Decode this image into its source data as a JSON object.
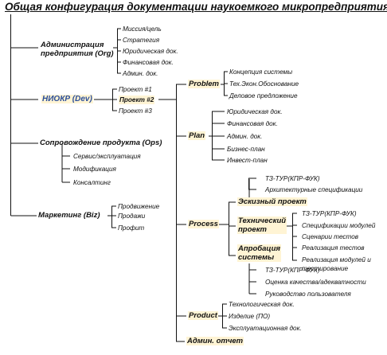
{
  "title": "Общая конфигурация документации наукоемкого микропредприятия",
  "org": {
    "label_line1": "Администрация",
    "label_line2": "предприятия (Org)",
    "items": [
      "Миссия/цель",
      "Стратегия",
      "Юридическая док.",
      "Финансовая док.",
      "Админ. док."
    ]
  },
  "dev": {
    "label": "НИОКР (Dev)",
    "projects": [
      "Проект #1",
      "Проект #2",
      "Проект #3"
    ]
  },
  "ops": {
    "label": "Сопровождение продукта (Ops)",
    "items": [
      "Сервис/эксплуатация",
      "Модификация",
      "Консалтинг"
    ]
  },
  "biz": {
    "label": "Маркетинг (Biz)",
    "items": [
      "Продвижение",
      "Продажи",
      "Профит"
    ]
  },
  "problem": {
    "label": "Problem",
    "items": [
      "Концепция системы",
      "Тех.Экон.Обоснование",
      "Деловое предложение"
    ]
  },
  "plan": {
    "label": "Plan",
    "items": [
      "Юридическая док.",
      "Финансовая док.",
      "Админ. док.",
      "Бизнес-план",
      "Инвест-план"
    ]
  },
  "process": {
    "label": "Process",
    "sketch": {
      "label": "Эскизный проект",
      "items": [
        "ТЗ-ТУР(КПР-ФУК)",
        "Архитектурные спецификации"
      ]
    },
    "tech": {
      "label_line1": "Технический",
      "label_line2": "проект",
      "items": [
        "ТЗ-ТУР(КПР-ФУК)",
        "Спецификации модулей",
        "Сценарии тестов",
        "Реализация тестов"
      ],
      "last_line1": "Реализация модулей и",
      "last_line2": "тестирование"
    },
    "approb": {
      "label_line1": "Апробация",
      "label_line2": "системы",
      "items": [
        "ТЗ-ТУР(КПР-ФУК)",
        "Оценка качества/адекватности",
        "Руководство пользователя"
      ]
    }
  },
  "product": {
    "label": "Product",
    "items": [
      "Технологическая док.",
      "Изделие (ПО)",
      "Эксплуатационная док."
    ]
  },
  "admin_report": {
    "label": "Админ. отчет"
  }
}
